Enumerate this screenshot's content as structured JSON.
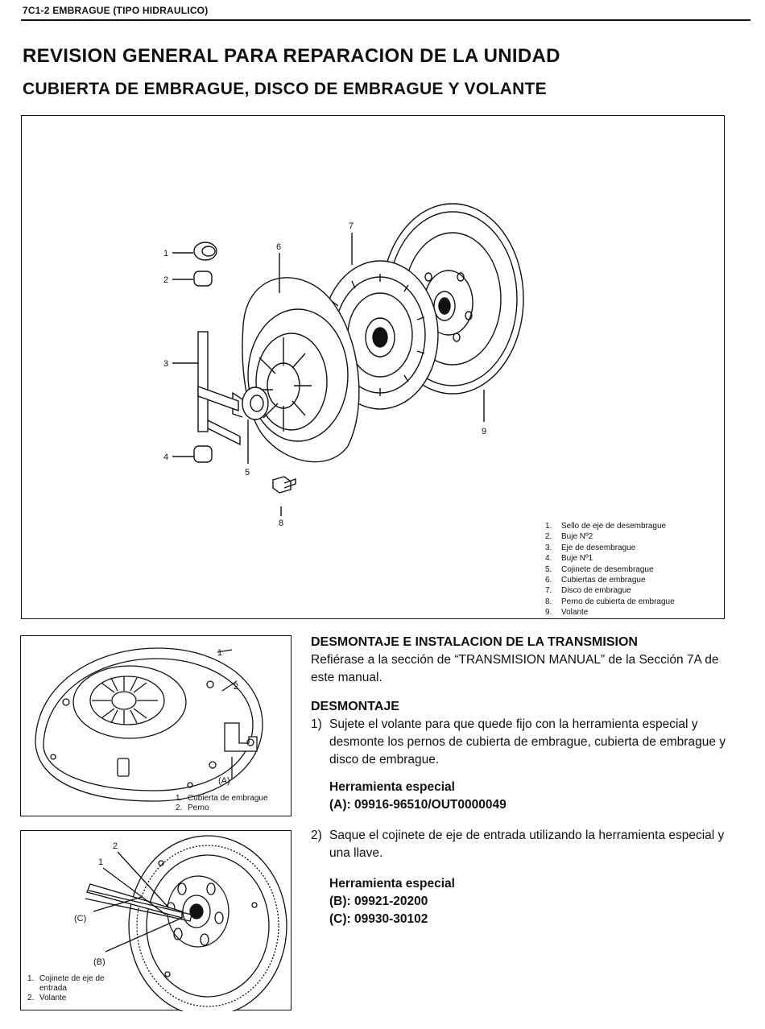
{
  "header": {
    "running_head": "7C1-2   EMBRAGUE (TIPO HIDRAULICO)"
  },
  "title": "REVISION GENERAL PARA REPARACION DE LA UNIDAD",
  "subtitle": "CUBIERTA DE EMBRAGUE, DISCO DE EMBRAGUE Y VOLANTE",
  "main_figure": {
    "callouts": [
      "1",
      "2",
      "3",
      "4",
      "5",
      "6",
      "7",
      "8",
      "9"
    ],
    "legend": [
      {
        "num": "1.",
        "label": "Sello de eje de desembrague"
      },
      {
        "num": "2.",
        "label": "Buje Nº2"
      },
      {
        "num": "3.",
        "label": "Eje de desembrague"
      },
      {
        "num": "4.",
        "label": "Buje Nº1"
      },
      {
        "num": "5.",
        "label": "Cojinete de desembrague"
      },
      {
        "num": "6.",
        "label": "Cubiertas de embrague"
      },
      {
        "num": "7.",
        "label": "Disco de embrague"
      },
      {
        "num": "8.",
        "label": "Perno de cubierta de embrague"
      },
      {
        "num": "9.",
        "label": "Volante"
      }
    ]
  },
  "figure_cover": {
    "callouts": [
      "1",
      "2",
      "(A)"
    ],
    "caption": [
      {
        "num": "1.",
        "label": "Cubierta de embrague"
      },
      {
        "num": "2.",
        "label": "Perno"
      }
    ]
  },
  "figure_flywheel": {
    "callouts": [
      "2",
      "1",
      "(C)",
      "(B)"
    ],
    "caption": [
      {
        "num": "1.",
        "label": "Cojinete de eje de entrada"
      },
      {
        "num": "2.",
        "label": "Volante"
      }
    ]
  },
  "section_transmission": {
    "heading": "DESMONTAJE E INSTALACION DE LA TRANSMISION",
    "body": "Refiérase a la sección de “TRANSMISION MANUAL” de la Sección 7A de este manual."
  },
  "section_removal": {
    "heading": "DESMONTAJE",
    "step1": {
      "num": "1)",
      "text": "Sujete el volante para que quede fijo con la herramienta especial y desmonte los pernos de cubierta de embrague, cubierta de embrague y disco de embrague."
    },
    "tool1_heading": "Herramienta especial",
    "tool1_a": "(A): 09916-96510/OUT0000049",
    "step2": {
      "num": "2)",
      "text": "Saque el cojinete de eje de entrada utilizando la herramienta especial y una llave."
    },
    "tool2_heading": "Herramienta especial",
    "tool2_b": "(B): 09921-20200",
    "tool2_c": "(C): 09930-30102"
  }
}
